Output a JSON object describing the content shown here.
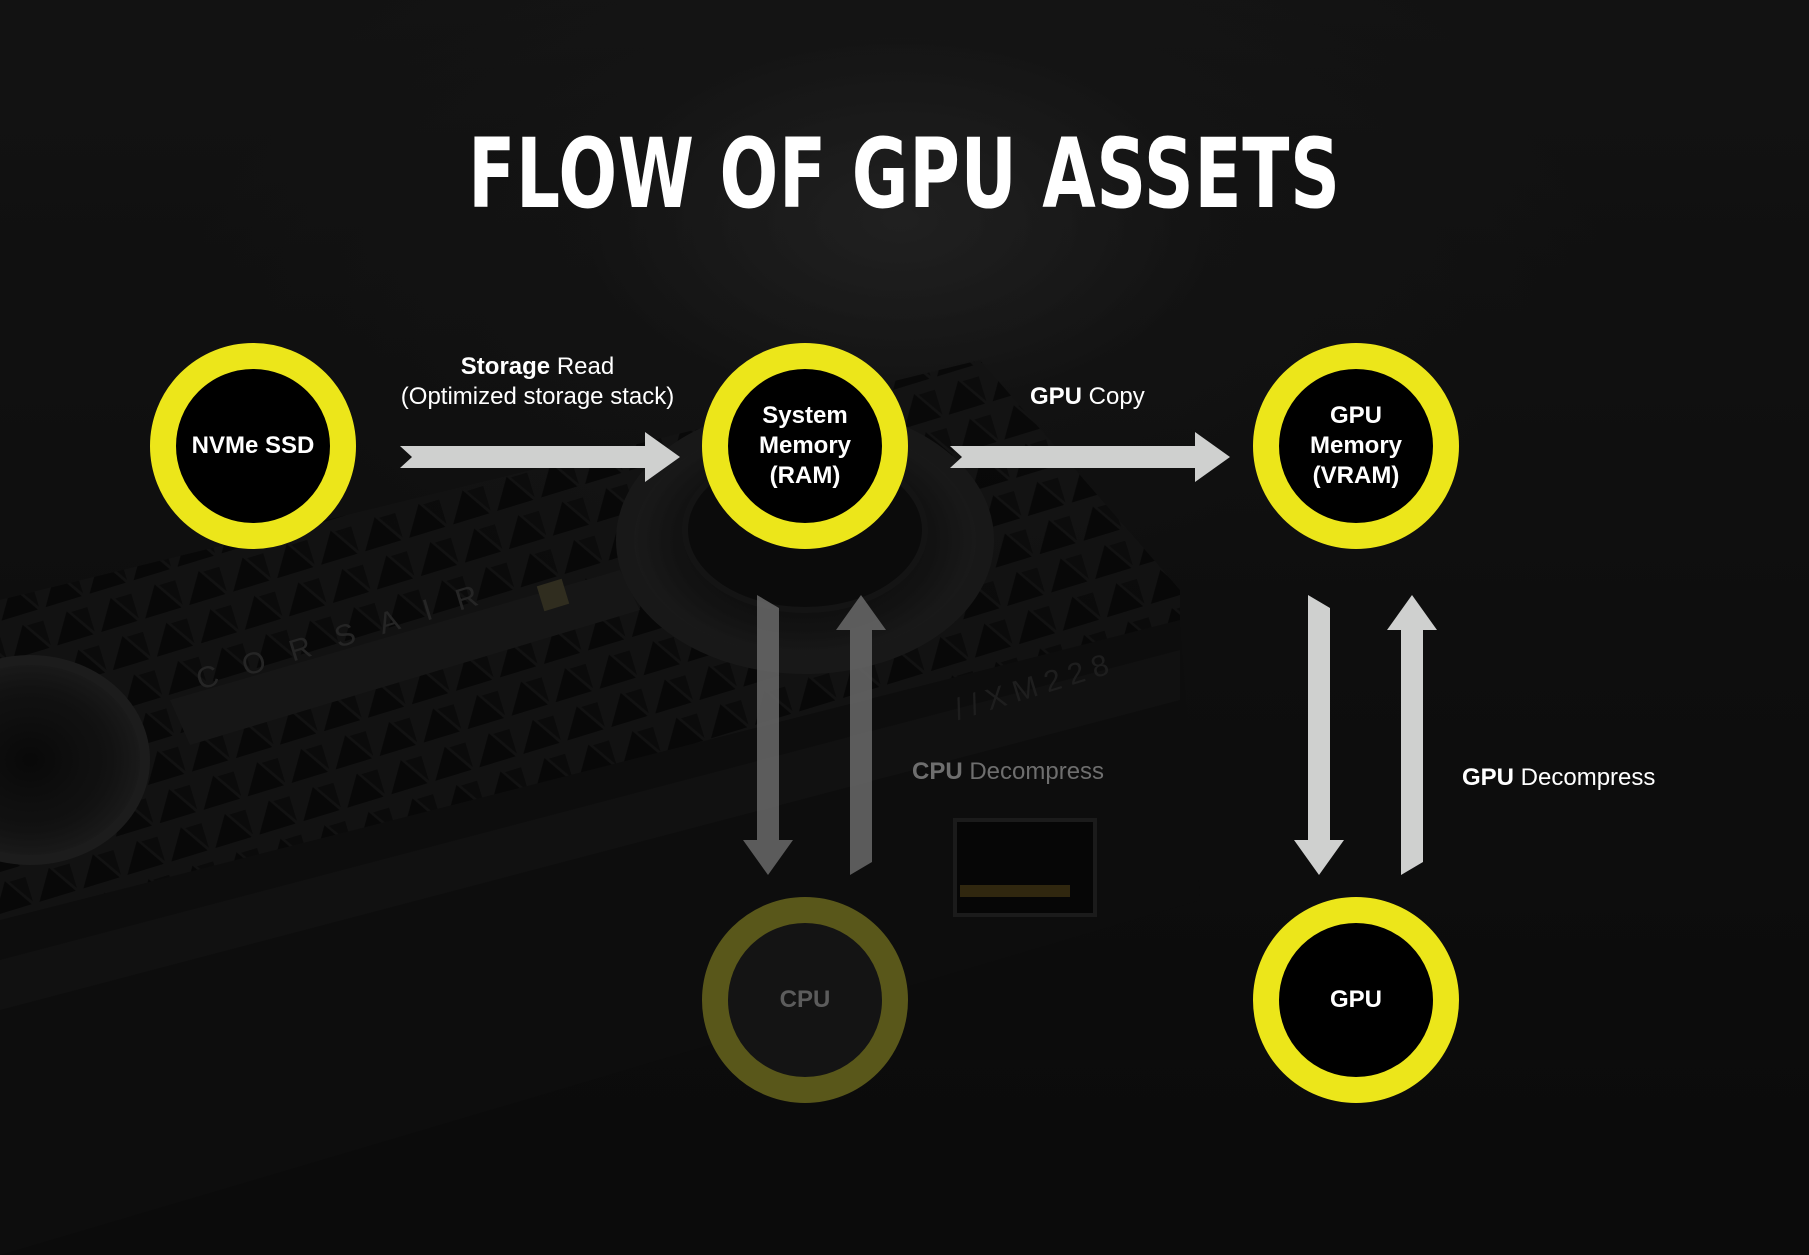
{
  "title": "FLOW OF GPU ASSETS",
  "nodes": {
    "nvme": "NVMe SSD",
    "ram": "System\nMemory\n(RAM)",
    "vram": "GPU\nMemory\n(VRAM)",
    "cpu": "CPU",
    "gpu": "GPU"
  },
  "edges": {
    "storage_read": {
      "bold": "Storage",
      "rest": " Read",
      "sub": "(Optimized storage stack)"
    },
    "gpu_copy": {
      "bold": "GPU",
      "rest": " Copy"
    },
    "cpu_decompress": {
      "bold": "CPU",
      "rest": " Decompress"
    },
    "gpu_decompress": {
      "bold": "GPU",
      "rest": " Decompress"
    }
  },
  "background": {
    "brand_text": "CORSAIR",
    "model_text": "//XM228"
  },
  "colors": {
    "accent": "#ece61a",
    "accent_dim": "#59571a",
    "arrow": "#cfd0cf",
    "arrow_dim": "#6a6a6a",
    "text": "#ffffff",
    "text_dim": "#6e6e6e"
  }
}
